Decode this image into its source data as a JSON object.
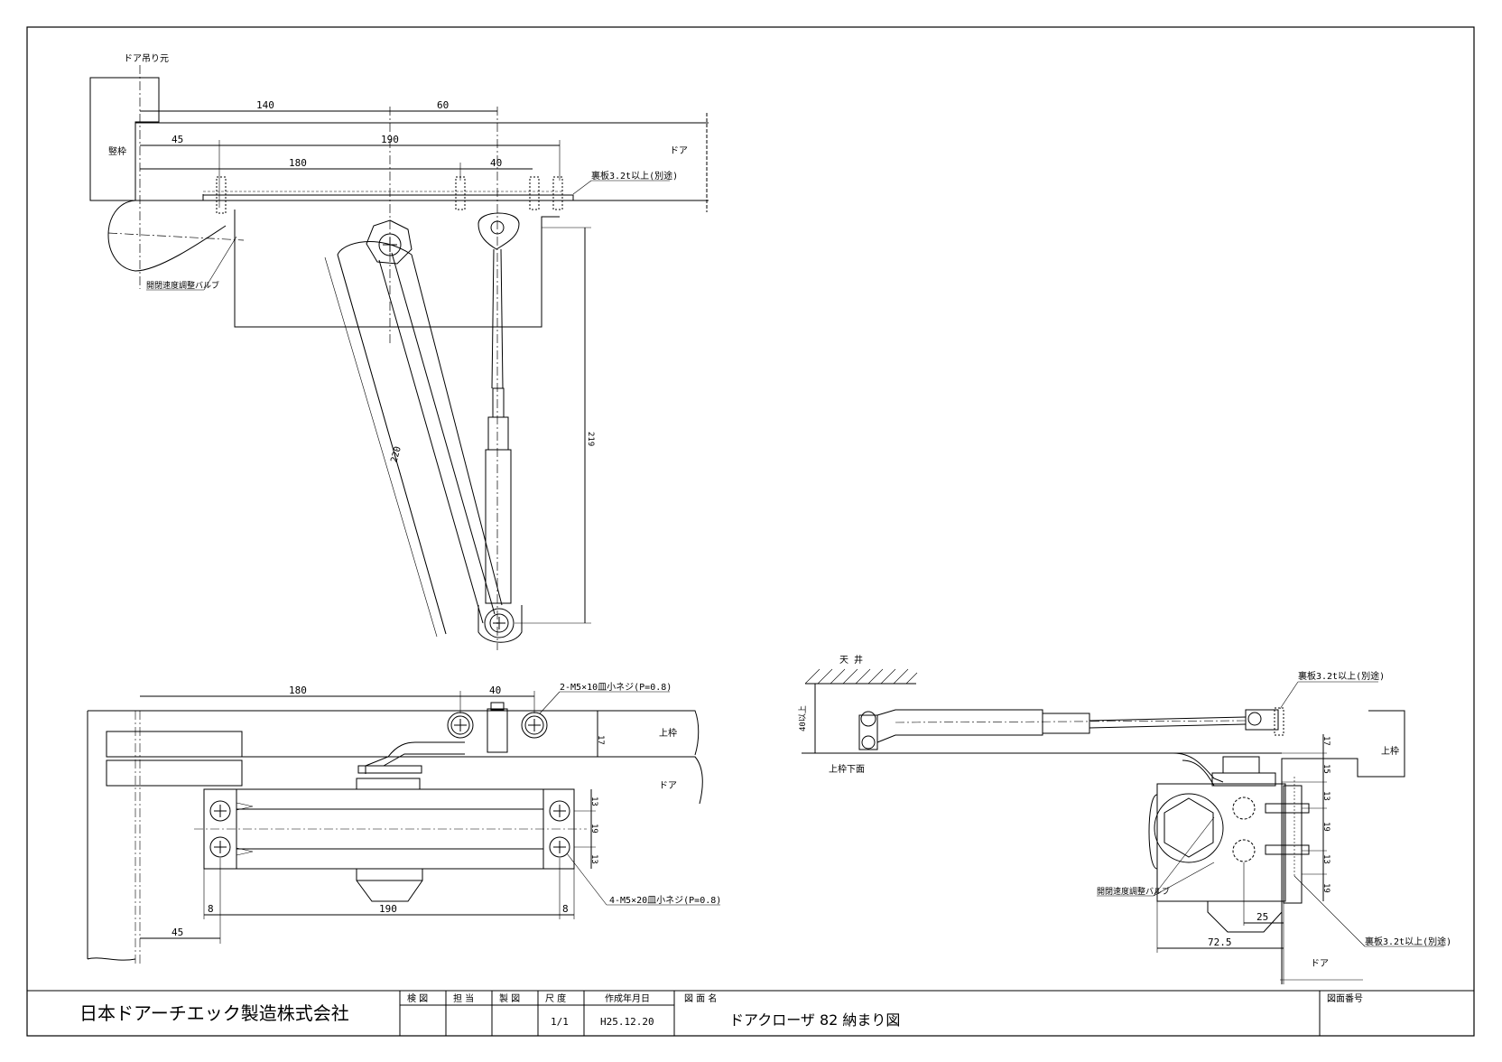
{
  "top_view": {
    "door_hinge_label": "ドア吊り元",
    "jamb_label": "竪枠",
    "door_label": "ドア",
    "backing_note": "裏板3.2t以上(別途)",
    "valve_note": "開閉速度調整バルブ",
    "dims": {
      "d140": "140",
      "d60": "60",
      "d45": "45",
      "d190": "190",
      "d180": "180",
      "d40": "40",
      "d220": "220",
      "d219": "219"
    }
  },
  "front_view": {
    "d180": "180",
    "d40": "40",
    "screw_top": "2-M5×10皿小ネジ(P=0.8)",
    "screw_bottom": "4-M5×20皿小ネジ(P=0.8)",
    "frame_label": "上枠",
    "door_label": "ドア",
    "d17": "17",
    "d13a": "13",
    "d19": "19",
    "d13b": "13",
    "d8a": "8",
    "d190": "190",
    "d8b": "8",
    "d45": "45"
  },
  "side_view": {
    "ceiling_label": "天 井",
    "under_frame_label": "上枠下面",
    "d40_min": "40以上",
    "backing_top": "裏板3.2t以上(別途)",
    "frame_label": "上枠",
    "d17": "17",
    "d15": "15",
    "d13a": "13",
    "d19a": "19",
    "d13b": "13",
    "d19b": "19",
    "valve_note": "開閉速度調整バルブ",
    "d25": "25",
    "d72_5": "72.5",
    "backing_bottom": "裏板3.2t以上(別途)",
    "door_label": "ドア"
  },
  "title_block": {
    "company": "日本ドアーチエック製造株式会社",
    "col_check": "検 図",
    "col_charge": "担 当",
    "col_drawn": "製 図",
    "col_scale": "尺 度",
    "col_date": "作成年月日",
    "col_name": "図 面 名",
    "col_number": "図面番号",
    "scale": "1/1",
    "date": "H25.12.20",
    "drawing_name": "ドアクローザ 82 納まり図"
  }
}
